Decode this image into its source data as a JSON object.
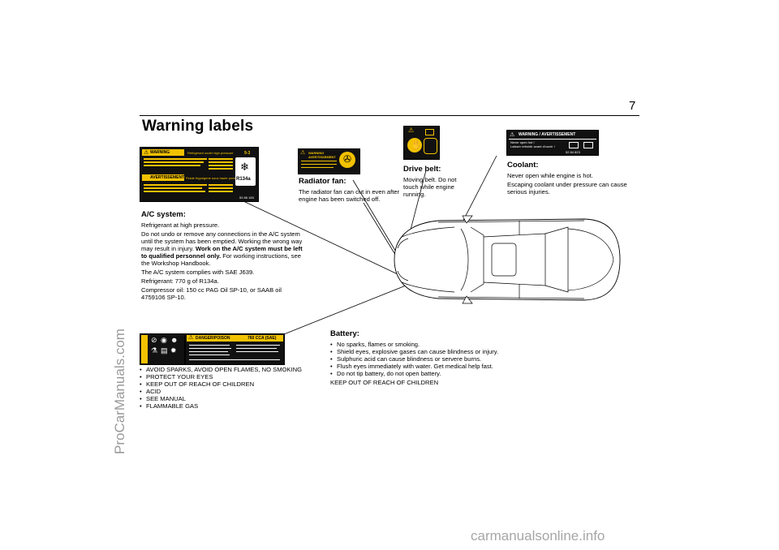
{
  "page_number": "7",
  "title": "Warning labels",
  "watermark_side": "ProCarManuals.com",
  "watermark_bottom": "carmanualsonline.info",
  "ac": {
    "heading": "A/C system:",
    "p1": "Refrigerant at high pressure.",
    "p2_normal": "Do not undo or remove any connections in the A/C system until the system has been emptied. Working the wrong way may result in injury. ",
    "p2_bold": "Work on the A/C system must be left to qualified personnel only.",
    "p2_end": " For working instructions, see the Workshop Handbook.",
    "p3": "The A/C system complies with SAE J639.",
    "p4": "Refrigerant: 770 g of R134a.",
    "p5": "Compressor oil: 150 cc PAG Oil SP-10, or SAAB oil 4759106 SP-10.",
    "label": {
      "warning": "WARNING",
      "header_right": "Refrigerant under high pressure",
      "model": "9-3",
      "avert": "AVERTISSEMENT",
      "avert_right": "Fluide frigorigène sous haute pression",
      "refrigerant": "R134a",
      "code": "52 86 183"
    }
  },
  "radiator": {
    "heading": "Radiator fan:",
    "text": "The radiator fan can cut in even after engine has been switched off.",
    "label": {
      "warning": "WARNING",
      "avert": "AVERTISSEMENT"
    }
  },
  "drive_belt": {
    "heading": "Drive belt:",
    "text": "Moving belt. Do not touch while engine running."
  },
  "coolant": {
    "heading": "Coolant:",
    "p1": "Never open while engine is hot.",
    "p2": "Escaping coolant under pressure can cause serious injuries.",
    "label": {
      "title": "WARNING / AVERTISSEMENT",
      "line1": "Never open hot !",
      "line2": "Laisser refroidir avant d'ouvrir !",
      "code": "52 84 823"
    }
  },
  "battery": {
    "heading": "Battery:",
    "items": [
      "No sparks, flames or smoking.",
      "Shield eyes, explosive gases can cause blindness or injury.",
      "Sulphuric acid can cause blindness or servere burns.",
      "Flush eyes immediately with water. Get medical help fast.",
      "Do not tip battery, do not open battery."
    ],
    "footer": "KEEP OUT OF REACH OF CHILDREN",
    "label": {
      "danger": "DANGER/POISON",
      "cca": "760 CCA (SAE)"
    }
  },
  "battery_symbols": {
    "items": [
      "AVOID SPARKS, AVOID OPEN FLAMES, NO SMOKING",
      "PROTECT YOUR EYES",
      "KEEP OUT OF REACH OF CHILDREN",
      "ACID",
      "SEE MANUAL",
      "FLAMMABLE GAS"
    ]
  }
}
